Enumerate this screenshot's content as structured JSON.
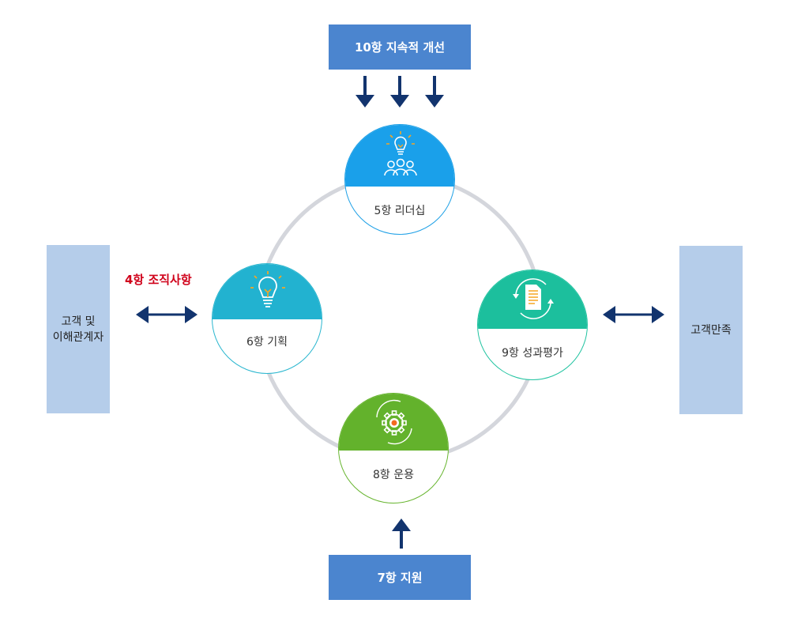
{
  "top_box": {
    "label": "10항 지속적 개선"
  },
  "bottom_box": {
    "label": "7항 지원"
  },
  "left_box": {
    "line1": "고객 및",
    "line2": "이해관계자"
  },
  "right_box": {
    "label": "고객만족"
  },
  "context_label": "4항 조직사항",
  "nodes": {
    "leadership": {
      "label": "5항 리더십",
      "icon": "lightbulb-people-icon",
      "color": "#1aa0ea"
    },
    "planning": {
      "label": "6항 기획",
      "icon": "lightbulb-icon",
      "color": "#22b2d0"
    },
    "evaluation": {
      "label": "9항 성과평가",
      "icon": "document-cycle-icon",
      "color": "#1cbf9d"
    },
    "operation": {
      "label": "8항 운용",
      "icon": "gear-icon",
      "color": "#63b22c"
    }
  },
  "colors": {
    "arrow": "#12346e",
    "ring": "#d4d6dc",
    "box_blue": "#4b85cf",
    "box_pale": "#b5cdea",
    "context_red": "#d0021b"
  }
}
